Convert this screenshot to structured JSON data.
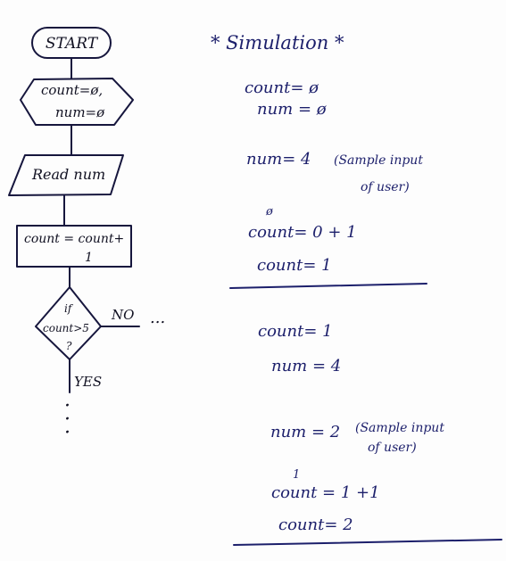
{
  "flowchart": {
    "start_label": "START",
    "init_line1": "count=ø,",
    "init_line2": "num=ø",
    "read_label": "Read num",
    "process_line1": "count = count+",
    "process_line2": "1",
    "decision_line1": "if",
    "decision_line2": "count>5",
    "decision_line3": "?",
    "no_label": "NO",
    "no_ellipsis": "...",
    "yes_label": "YES",
    "down_ellipsis_1": "·",
    "down_ellipsis_2": "·",
    "down_ellipsis_3": "·"
  },
  "simulation": {
    "title": "* Simulation *",
    "block1": {
      "init_count": "count= ø",
      "init_num": "num = ø",
      "input_num": "num= 4",
      "input_note_line1": "(Sample input",
      "input_note_line2": "of user)",
      "overwrite_mark": "ø",
      "count_update": "count= 0 + 1",
      "count_result": "count= 1"
    },
    "block2": {
      "count_value": "count= 1",
      "num_value": "num = 4",
      "input_num": "num = 2",
      "input_note_line1": "(Sample input",
      "input_note_line2": "of user)",
      "overwrite_mark": "1",
      "count_update": "count = 1 +1",
      "count_result": "count= 2"
    }
  },
  "colors": {
    "flowchart_ink": "#111122",
    "simulation_ink": "#1c1f6b"
  }
}
